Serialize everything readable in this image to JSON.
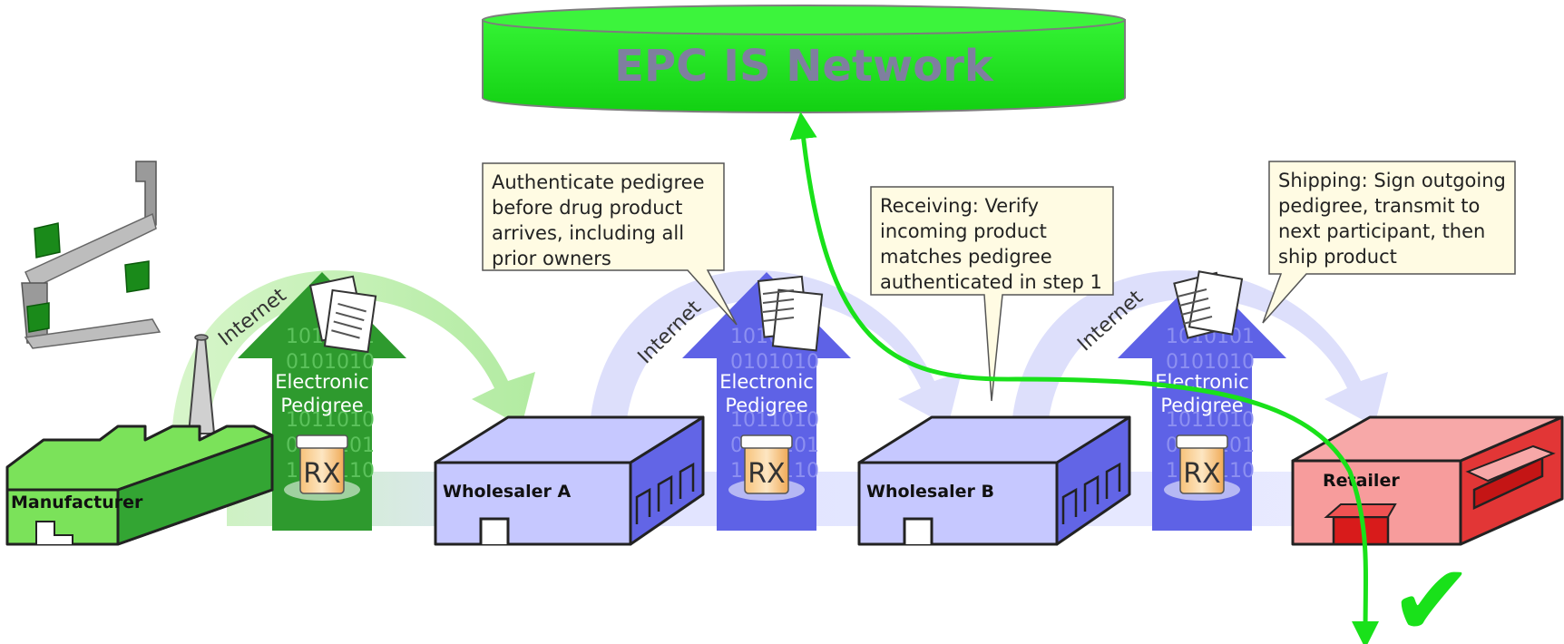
{
  "network": {
    "label": "EPC IS Network"
  },
  "arc_label": "Internet",
  "doc_label": [
    "Electronic",
    "Pedigree"
  ],
  "binary_rows": [
    "1010101",
    "0101010",
    "1011010",
    "0101101",
    "1010110"
  ],
  "rx_label": "RX",
  "participants": [
    {
      "name": "Manufacturer"
    },
    {
      "name": "Wholesaler A"
    },
    {
      "name": "Wholesaler B"
    },
    {
      "name": "Retailer"
    }
  ],
  "callouts": [
    {
      "lines": [
        "Authenticate pedigree",
        "before drug product",
        "arrives, including all",
        "prior owners"
      ]
    },
    {
      "lines": [
        "Receiving: Verify",
        "incoming product",
        "matches pedigree",
        "authenticated in step 1"
      ]
    },
    {
      "lines": [
        "Shipping: Sign outgoing",
        "pedigree, transmit to",
        "next participant, then",
        "ship product"
      ]
    }
  ],
  "check_mark": "✔",
  "colors": {
    "network_fill": "#19e11a",
    "network_text": "#7f7f9f",
    "green_building": "#7be25a",
    "green_dark": "#2e8b2e",
    "blue_building": "#c6c8ff",
    "blue_arrow": "#5e62e6",
    "red_building": "#f25d5d",
    "curve_green": "#19e11a",
    "callout_fill": "#fffbe3"
  }
}
